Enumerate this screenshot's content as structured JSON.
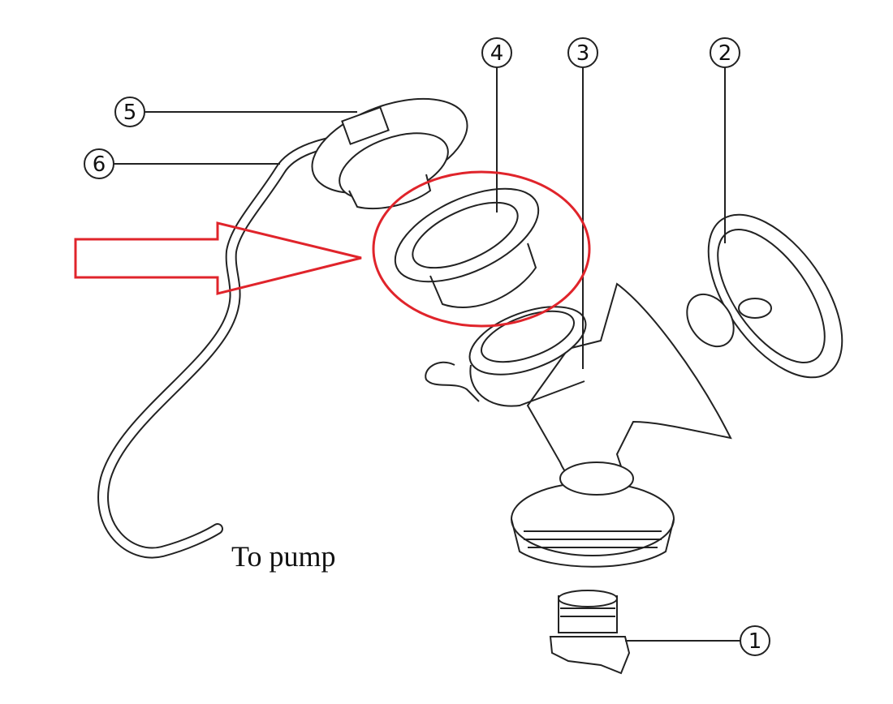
{
  "diagram": {
    "callouts": [
      {
        "id": "1",
        "label": "1"
      },
      {
        "id": "2",
        "label": "2"
      },
      {
        "id": "3",
        "label": "3"
      },
      {
        "id": "4",
        "label": "4"
      },
      {
        "id": "5",
        "label": "5"
      },
      {
        "id": "6",
        "label": "6"
      }
    ],
    "tube_caption": "To pump",
    "highlight_color": "#e0242b",
    "line_color": "#222222"
  }
}
